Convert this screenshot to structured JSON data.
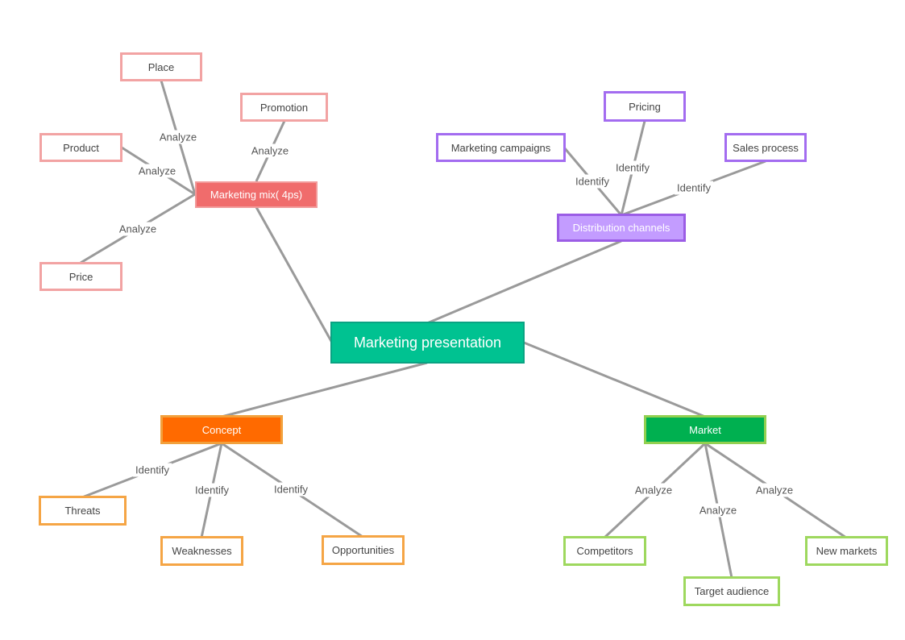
{
  "diagram": {
    "type": "mind-map",
    "root": {
      "label": "Marketing presentation",
      "fill": "#00c291",
      "border": "#0aa383"
    },
    "branches": [
      {
        "label": "Marketing mix( 4ps)",
        "fill": "#f06c6c",
        "border": "#f29a9a",
        "leaf_border": "#f2a3a3",
        "children": [
          {
            "label": "Place",
            "edge_label": "Analyze"
          },
          {
            "label": "Promotion",
            "edge_label": "Analyze"
          },
          {
            "label": "Product",
            "edge_label": "Analyze"
          },
          {
            "label": "Price",
            "edge_label": "Analyze"
          }
        ]
      },
      {
        "label": "Distribution channels",
        "fill": "#c39cff",
        "border": "#9b5de5",
        "leaf_border": "#a36cf0",
        "children": [
          {
            "label": "Pricing",
            "edge_label": "Identify"
          },
          {
            "label": "Marketing campaigns",
            "edge_label": "Identify"
          },
          {
            "label": "Sales process",
            "edge_label": "Identify"
          }
        ]
      },
      {
        "label": "Concept",
        "fill": "#ff6a00",
        "border": "#f2a03c",
        "leaf_border": "#f5a545",
        "children": [
          {
            "label": "Threats",
            "edge_label": "Identify"
          },
          {
            "label": "Weaknesses",
            "edge_label": "Identify"
          },
          {
            "label": "Opportunities",
            "edge_label": "Identify"
          }
        ]
      },
      {
        "label": "Market",
        "fill": "#00b050",
        "border": "#92d050",
        "leaf_border": "#9ed85e",
        "children": [
          {
            "label": "Competitors",
            "edge_label": "Analyze"
          },
          {
            "label": "Target audience",
            "edge_label": "Analyze"
          },
          {
            "label": "New markets",
            "edge_label": "Analyze"
          }
        ]
      }
    ]
  }
}
